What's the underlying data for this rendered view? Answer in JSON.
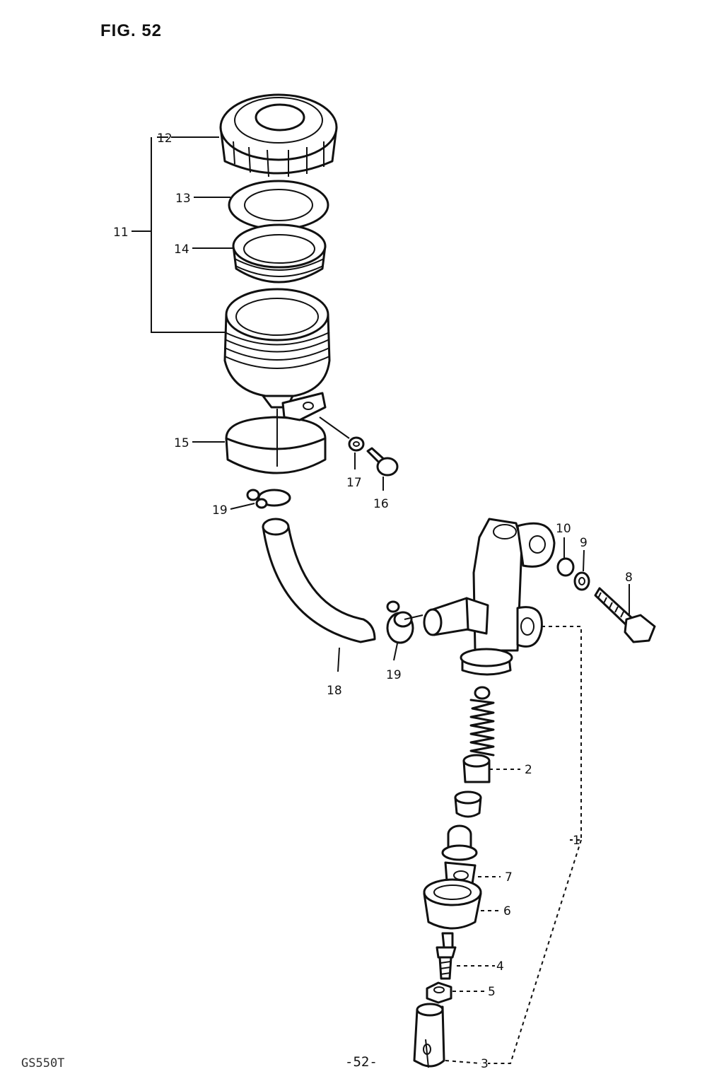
{
  "figure": {
    "title": "FIG. 52",
    "page_number": "-52-",
    "model": "GS550T"
  },
  "callouts": {
    "c1": "1",
    "c2": "2",
    "c3": "3",
    "c4": "4",
    "c5": "5",
    "c6": "6",
    "c7": "7",
    "c8": "8",
    "c9": "9",
    "c10": "10",
    "c11": "11",
    "c12": "12",
    "c13": "13",
    "c14": "14",
    "c15": "15",
    "c16": "16",
    "c17": "17",
    "c18": "18",
    "c19a": "19",
    "c19b": "19"
  }
}
